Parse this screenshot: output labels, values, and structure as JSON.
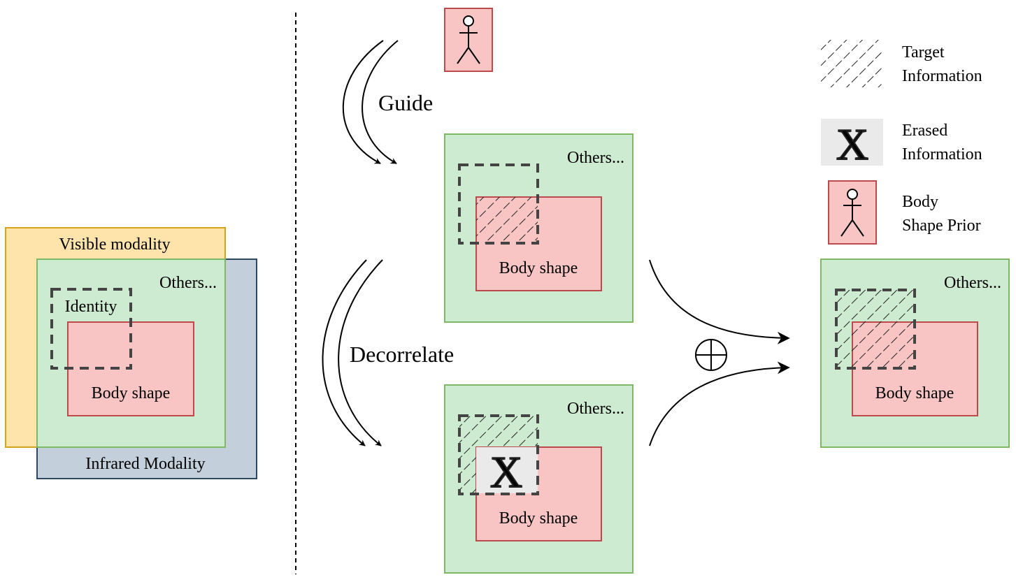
{
  "left_panel": {
    "visible_label": "Visible modality",
    "infrared_label": "Infrared Modality",
    "others_label": "Others...",
    "identity_label": "Identity",
    "body_shape_label": "Body shape"
  },
  "flow": {
    "guide_label": "Guide",
    "decorrelate_label": "Decorrelate",
    "plus_symbol": "⊕"
  },
  "middle_top": {
    "others_label": "Others...",
    "body_shape_label": "Body shape"
  },
  "middle_bottom": {
    "others_label": "Others...",
    "body_shape_label": "Body shape",
    "erase_glyph": "X"
  },
  "result": {
    "others_label": "Others...",
    "body_shape_label": "Body shape"
  },
  "legend": {
    "target_line1": "Target",
    "target_line2": "Information",
    "erased_line1": "Erased",
    "erased_line2": "Information",
    "erase_glyph": "X",
    "prior_line1": "Body",
    "prior_line2": "Shape Prior"
  },
  "colors": {
    "visible_fill": "#fee4ab",
    "visible_stroke": "#d6a319",
    "infrared_fill": "#c3cfdb",
    "infrared_stroke": "#2d4663",
    "others_fill": "#cdebd0",
    "others_stroke": "#7fb865",
    "body_fill": "#f8c5c4",
    "body_stroke": "#bd4a4a",
    "erased_fill": "#eaeaea",
    "dashed_stroke": "#444444"
  }
}
